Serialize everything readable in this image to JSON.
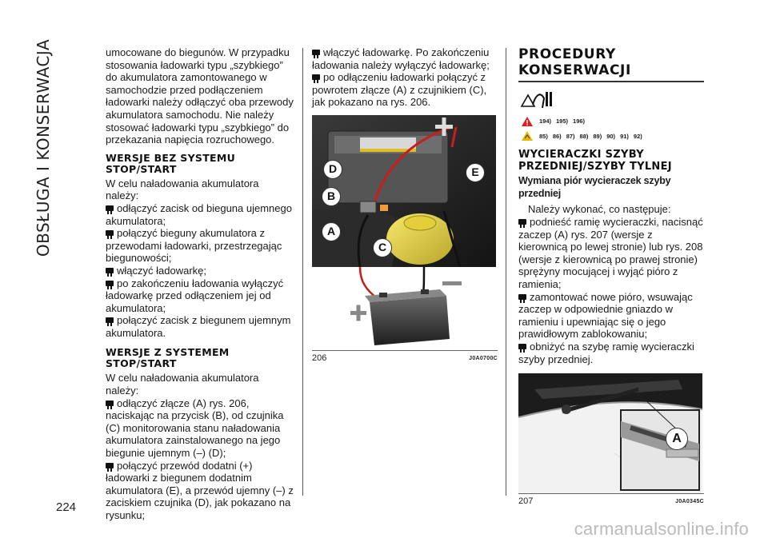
{
  "side_title": "OBSŁUGA I KONSERWACJA",
  "page_number": "224",
  "col1": {
    "intro": "umocowane do biegunów. W przypadku stosowania ładowarki typu „szybkiego” do akumulatora zamontowanego w samochodzie przed podłączeniem ładowarki należy odłączyć oba przewody akumulatora samochodu. Nie należy stosować ładowarki typu „szybkiego” do przekazania napięcia rozruchowego.",
    "section1_title": "WERSJE BEZ SYSTEMU STOP/START",
    "section1_intro": "W celu naładowania akumulatora należy:",
    "section1_items": [
      "odłączyć zacisk od bieguna ujemnego akumulatora;",
      "połączyć bieguny akumulatora z przewodami ładowarki, przestrzegając biegunowości;",
      "włączyć ładowarkę;",
      "po zakończeniu ładowania wyłączyć ładowarkę przed odłączeniem jej od akumulatora;",
      "połączyć zacisk z biegunem ujemnym akumulatora."
    ],
    "section2_title": "WERSJE Z SYSTEMEM STOP/START",
    "section2_intro": "W celu naładowania akumulatora należy:",
    "section2_items": [
      "odłączyć złącze (A) rys. 206, naciskając na przycisk (B), od czujnika (C) monitorowania stanu naładowania akumulatora zainstalowanego na jego biegunie ujemnym (–) (D);",
      "połączyć przewód dodatni (+) ładowarki z biegunem dodatnim akumulatora (E), a przewód ujemny (–) z zaciskiem czujnika (D), jak pokazano na rysunku;"
    ]
  },
  "col2": {
    "items": [
      "włączyć ładowarkę. Po zakończeniu ładowania należy wyłączyć ładowarkę;",
      "po odłączeniu ładowarki połączyć z powrotem złącze (A) z czujnikiem (C), jak pokazano na rys. 206."
    ],
    "figure": {
      "number": "206",
      "code": "J0A0700C",
      "labels": [
        "D",
        "E",
        "B",
        "A",
        "C"
      ],
      "plus": "+",
      "minus": "–"
    }
  },
  "col3": {
    "title": "PROCEDURY KONSERWACJI",
    "refs_red": [
      "194)",
      "195)",
      "196)"
    ],
    "refs_yellow": [
      "85)",
      "86)",
      "87)",
      "88)",
      "89)",
      "90)",
      "91)",
      "92)"
    ],
    "section_title": "WYCIERACZKI SZYBY PRZEDNIEJ/SZYBY TYLNEJ",
    "sub_title": "Wymiana piór wycieraczek szyby przedniej",
    "intro": "Należy wykonać, co następuje:",
    "items": [
      "podnieść ramię wycieraczki, nacisnąć zaczep (A) rys. 207 (wersje z kierownicą po lewej stronie) lub rys. 208 (wersje z kierownicą po prawej stronie) sprężyny mocującej i wyjąć pióro z ramienia;",
      "zamontować nowe pióro, wsuwając zaczep w odpowiednie gniazdo w ramieniu i upewniając się o jego prawidłowym zablokowaniu;",
      "obniżyć na szybę ramię wycieraczki szyby przedniej."
    ],
    "figure": {
      "number": "207",
      "code": "J0A0345C",
      "label": "A"
    }
  },
  "watermark": "carmanualsonline.info",
  "colors": {
    "rule": "#555555",
    "warn_red": "#d92020",
    "warn_yellow": "#e8b800",
    "cable_red": "#c81e1e"
  }
}
